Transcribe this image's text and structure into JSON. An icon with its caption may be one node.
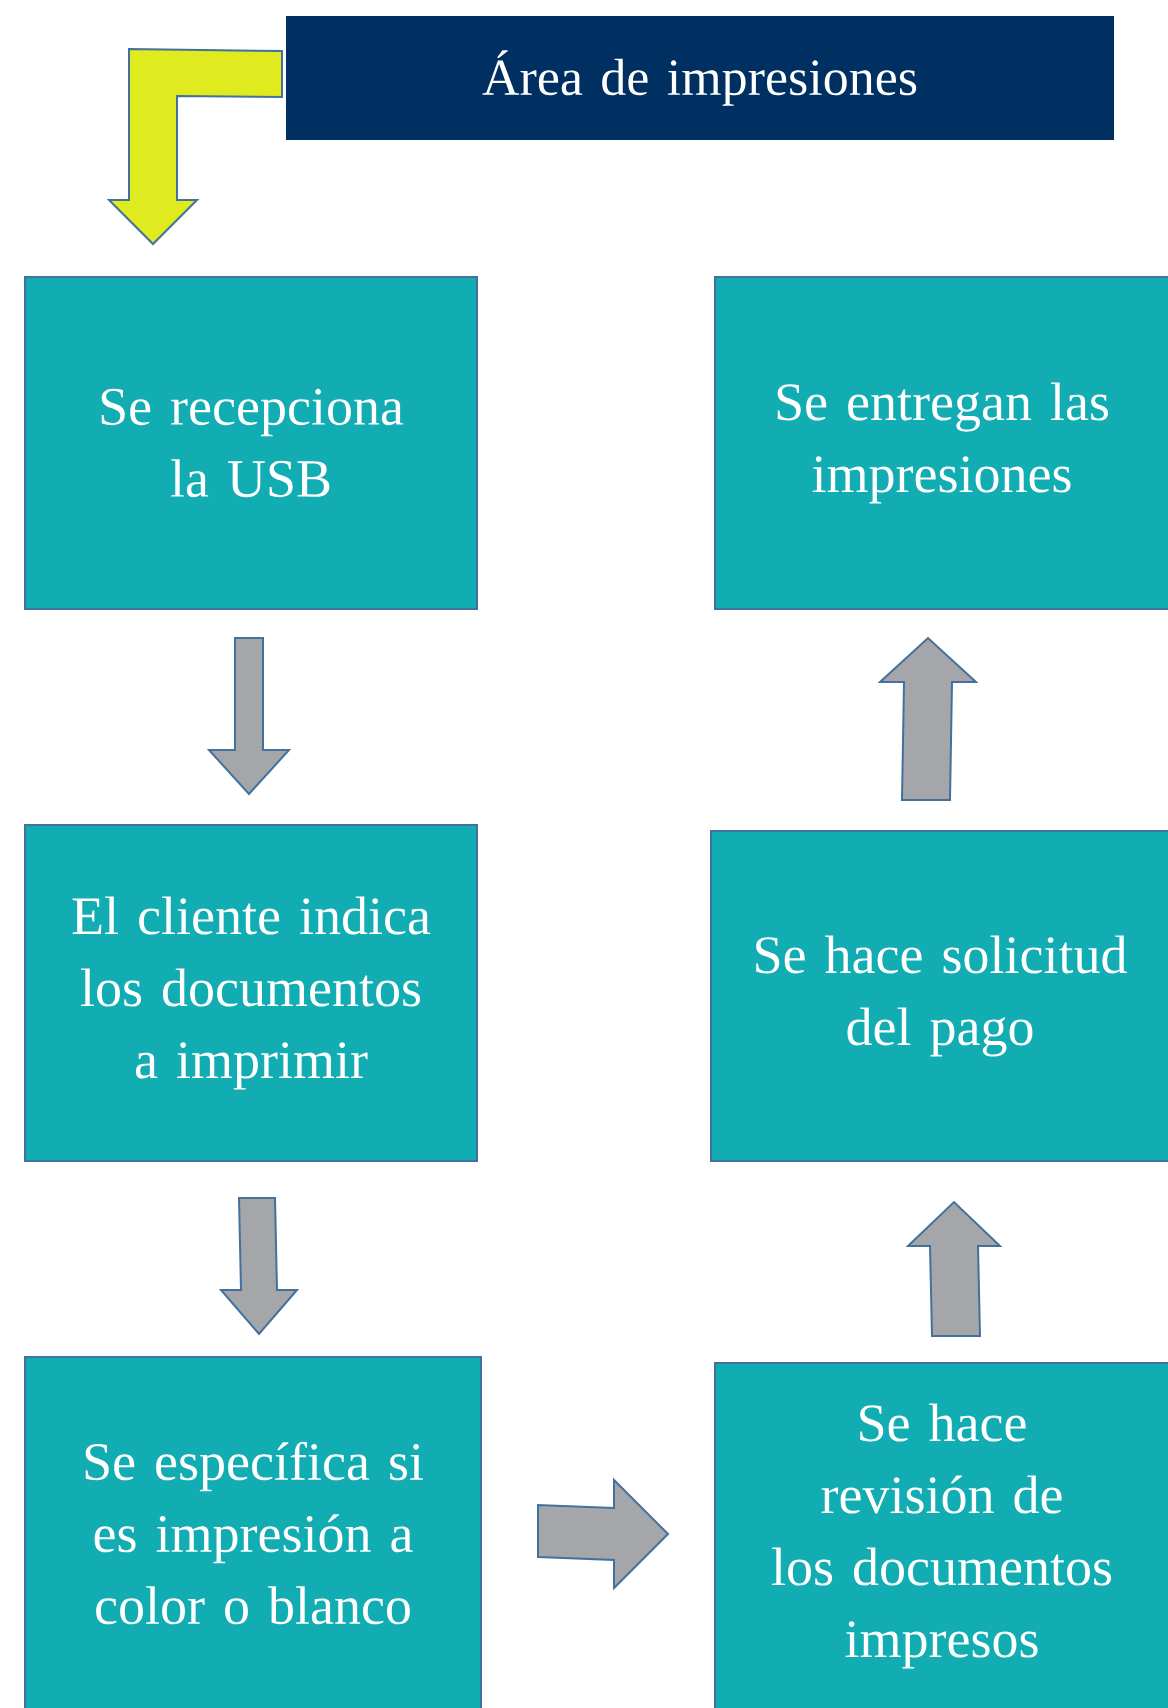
{
  "diagram": {
    "nodes": [
      {
        "text": [
          "Área de impresiones"
        ]
      },
      {
        "text": [
          "Se recepciona la USB"
        ]
      },
      {
        "text": [
          "El cliente indica los documentos a imprimir"
        ]
      },
      {
        "text": [
          "Se específica si es impresión a color o blanco"
        ]
      },
      {
        "text": [
          "Se hace revisión de los documentos impresos"
        ]
      },
      {
        "text": [
          "Se hace solicitud del pago"
        ]
      },
      {
        "text": [
          "Se entregan las impresiones"
        ]
      }
    ],
    "edges": [
      {
        "from": 0,
        "to": 1,
        "arrow": "to",
        "color": "#dfeb1e"
      },
      {
        "from": 1,
        "to": 2,
        "arrow": "to"
      },
      {
        "from": 2,
        "to": 3,
        "arrow": "to"
      },
      {
        "from": 3,
        "to": 4,
        "arrow": "to"
      },
      {
        "from": 4,
        "to": 5,
        "arrow": "to"
      },
      {
        "from": 5,
        "to": 6,
        "arrow": "to"
      }
    ]
  }
}
